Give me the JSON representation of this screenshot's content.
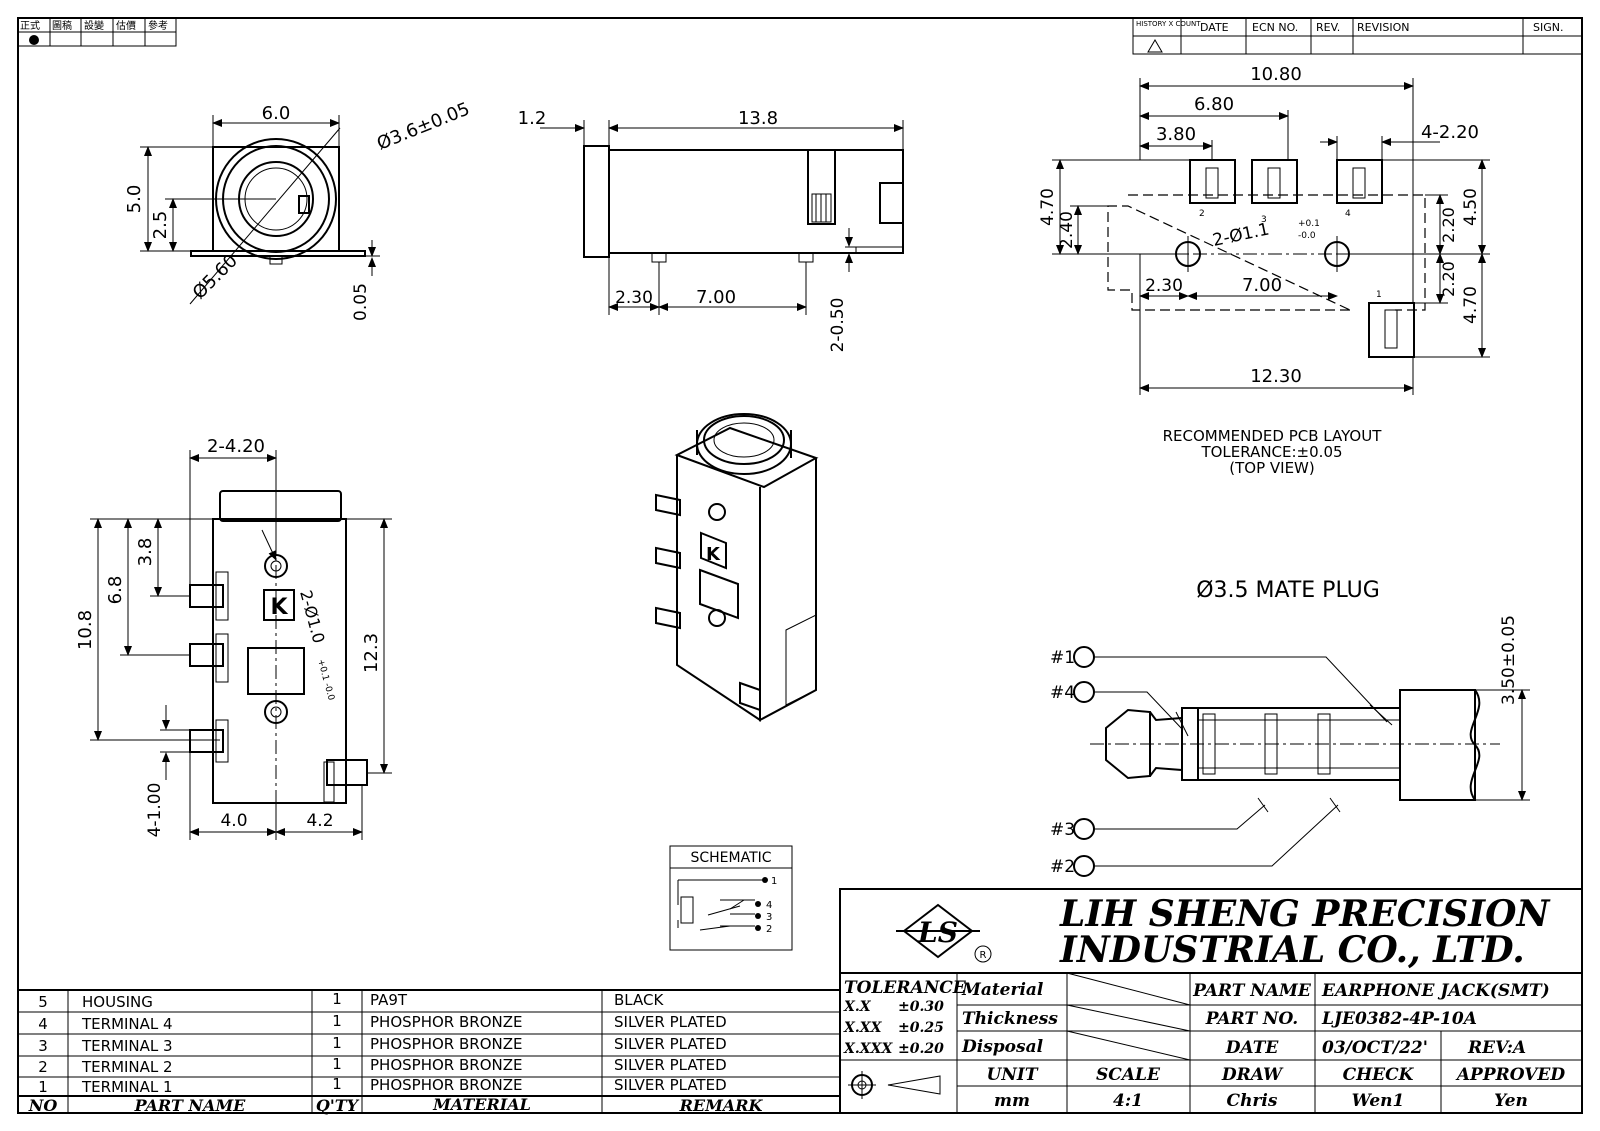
{
  "stamp": {
    "cells": [
      "正式",
      "圖稿",
      "設變",
      "估價",
      "參考"
    ]
  },
  "history": {
    "headers": [
      "HISTORY X COUNT",
      "DATE",
      "ECN NO.",
      "REV.",
      "REVISION",
      "SIGN."
    ]
  },
  "front_view": {
    "width": "6.0",
    "height": "5.0",
    "center_h": "2.5",
    "outer_dia": "Ø5.60",
    "inner_dia": "Ø3.6±0.05",
    "bottom": "0.05"
  },
  "side_view": {
    "flange": "1.2",
    "length": "13.8",
    "pin_offset": "2.30",
    "pin_pitch": "7.00",
    "tab": "2-0.50"
  },
  "pcb_layout": {
    "d10_80": "10.80",
    "d6_80": "6.80",
    "d3_80": "3.80",
    "pad_w": "4-2.20",
    "h4_70": "4.70",
    "h2_40": "2.40",
    "hole": "2-Ø1.1",
    "hole_tol_p": "+0.1",
    "hole_tol_m": "-0.0",
    "r4_50": "4.50",
    "r2_20a": "2.20",
    "r2_20b": "2.20",
    "r4_70": "4.70",
    "x2_30": "2.30",
    "x7_00": "7.00",
    "w12_30": "12.30",
    "pad_labels": [
      "2",
      "3",
      "4",
      "1"
    ],
    "caption": [
      "RECOMMENDED PCB LAYOUT",
      "TOLERANCE:±0.05",
      "(TOP VIEW)"
    ]
  },
  "top_view": {
    "pad_w": "2-4.20",
    "d3_8": "3.8",
    "d6_8": "6.8",
    "d10_8": "10.8",
    "d12_3": "12.3",
    "d4_0": "4.0",
    "d4_2": "4.2",
    "d4_1": "4-1.00",
    "hole": "2-Ø1.0",
    "hole_tol": "+0.1 -0.0",
    "mark": "K"
  },
  "iso_view": {
    "mark": "K"
  },
  "plug": {
    "title": "Ø3.5 MATE PLUG",
    "dia": "3.50±0.05",
    "pins": [
      "#1",
      "#4",
      "#3",
      "#2"
    ]
  },
  "schematic": {
    "title": "SCHEMATIC",
    "pins": [
      "1",
      "4",
      "3",
      "2"
    ]
  },
  "company": {
    "line1": "LIH SHENG PRECISION",
    "line2": "INDUSTRIAL CO., LTD.",
    "logo": "LS",
    "reg": "R"
  },
  "title_block": {
    "tolerance_label": "TOLERANCE",
    "tolerances": [
      {
        "k": "X.X",
        "v": "±0.30"
      },
      {
        "k": "X.XX",
        "v": "±0.25"
      },
      {
        "k": "X.XXX",
        "v": "±0.20"
      }
    ],
    "material_label": "Material",
    "thickness_label": "Thickness",
    "disposal_label": "Disposal",
    "part_name_label": "PART NAME",
    "part_name": "EARPHONE JACK(SMT)",
    "part_no_label": "PART NO.",
    "part_no": "LJE0382-4P-10A",
    "date_label": "DATE",
    "date": "03/OCT/22'",
    "rev": "REV:A",
    "unit_label": "UNIT",
    "unit": "mm",
    "scale_label": "SCALE",
    "scale": "4:1",
    "draw_label": "DRAW",
    "draw": "Chris",
    "check_label": "CHECK",
    "check": "Wen1",
    "approved_label": "APPROVED",
    "approved": "Yen"
  },
  "bom": {
    "headers": [
      "NO",
      "PART NAME",
      "Q'TY",
      "MATERIAL",
      "REMARK"
    ],
    "rows": [
      {
        "no": "5",
        "name": "HOUSING",
        "qty": "1",
        "material": "PA9T",
        "remark": "BLACK"
      },
      {
        "no": "4",
        "name": "TERMINAL 4",
        "qty": "1",
        "material": "PHOSPHOR BRONZE",
        "remark": "SILVER PLATED"
      },
      {
        "no": "3",
        "name": "TERMINAL 3",
        "qty": "1",
        "material": "PHOSPHOR BRONZE",
        "remark": "SILVER PLATED"
      },
      {
        "no": "2",
        "name": "TERMINAL 2",
        "qty": "1",
        "material": "PHOSPHOR BRONZE",
        "remark": "SILVER PLATED"
      },
      {
        "no": "1",
        "name": "TERMINAL 1",
        "qty": "1",
        "material": "PHOSPHOR BRONZE",
        "remark": "SILVER PLATED"
      }
    ]
  }
}
